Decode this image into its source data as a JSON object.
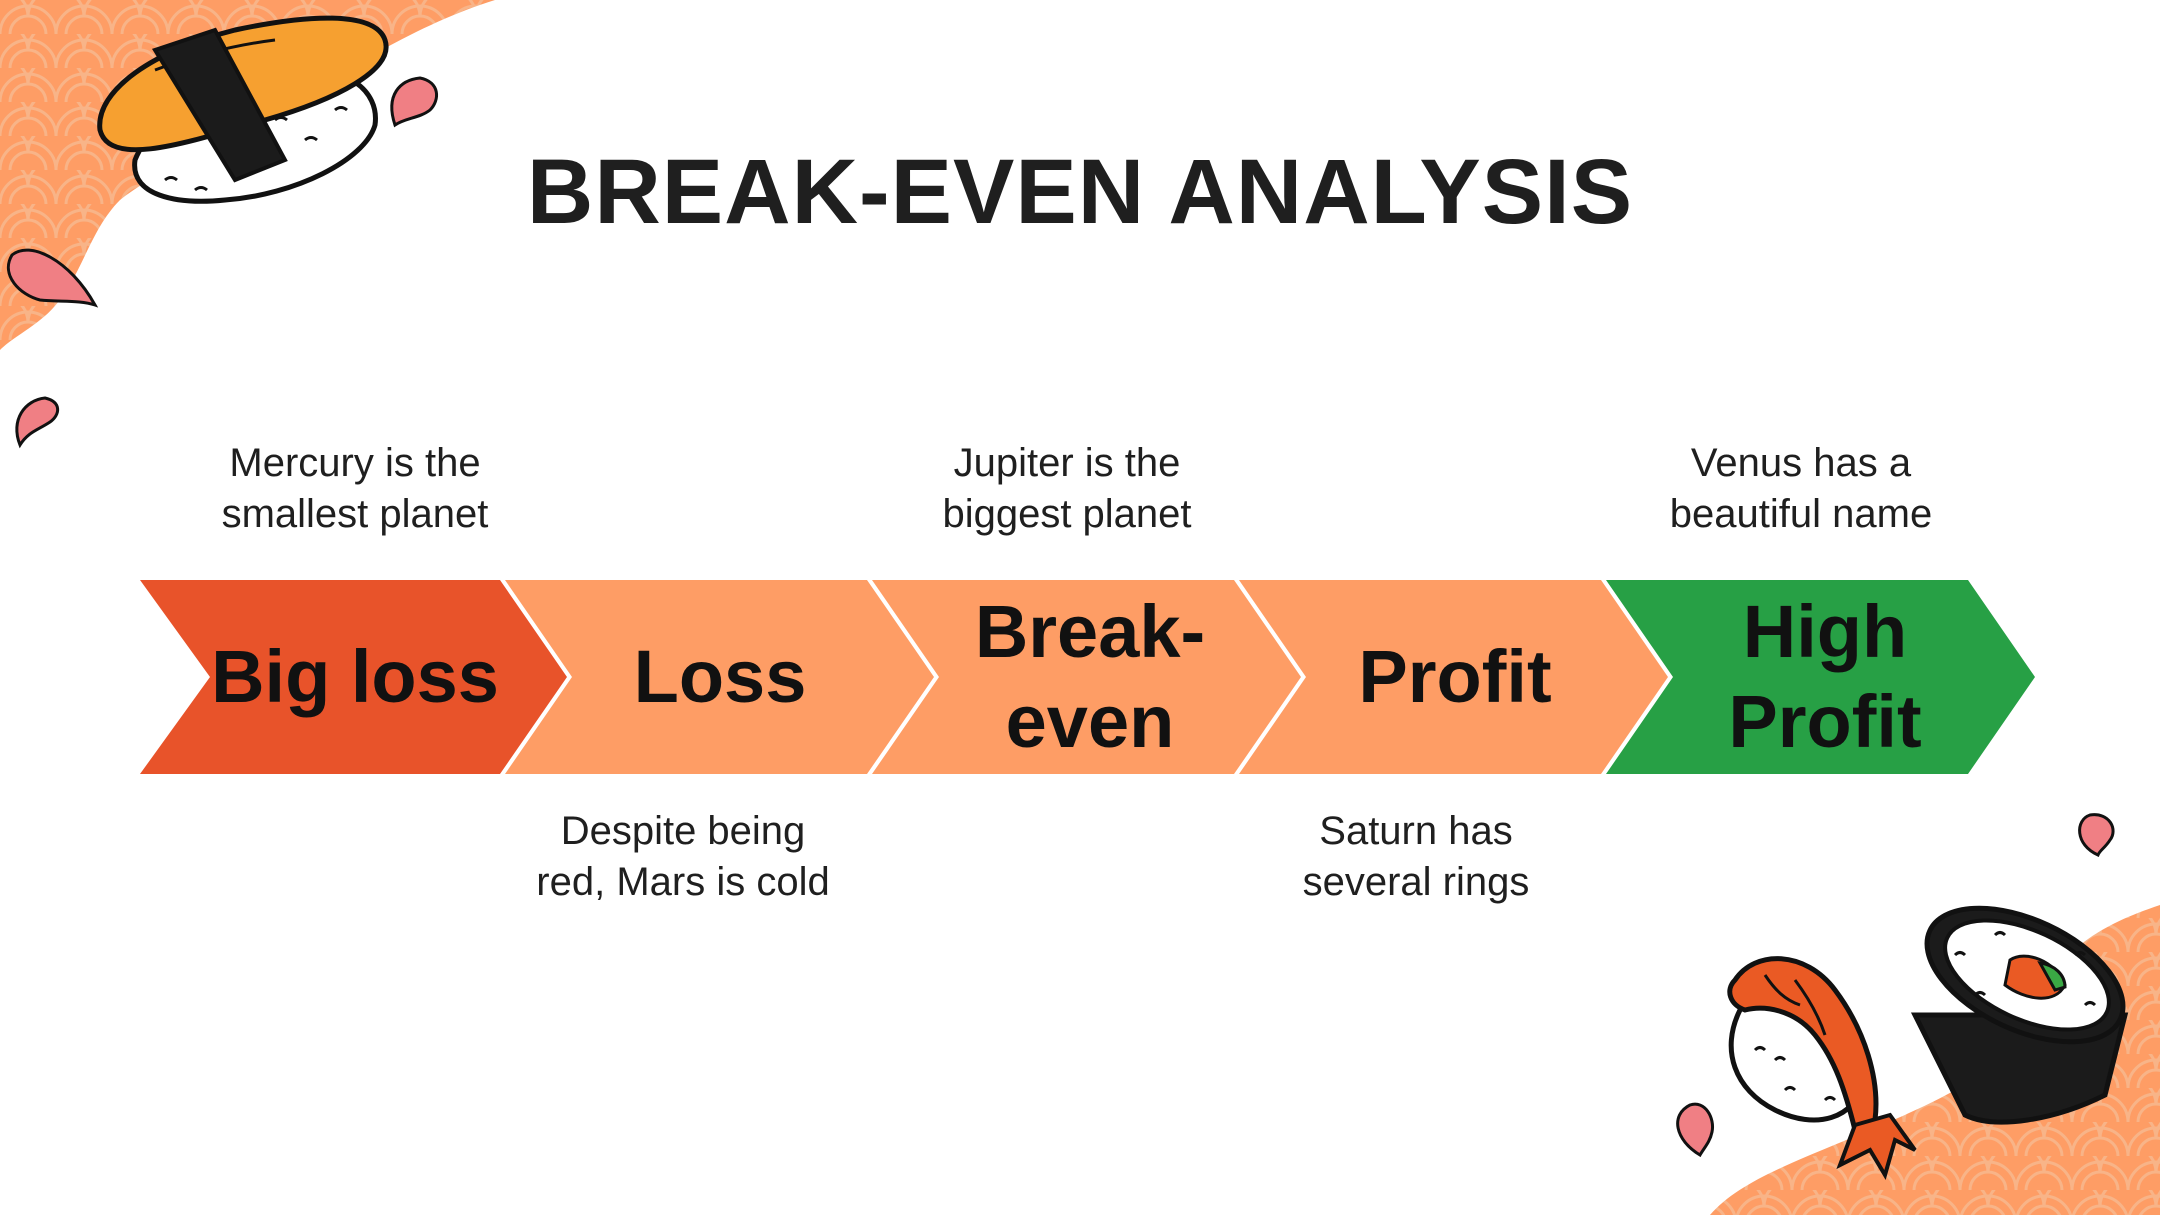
{
  "title": "BREAK-EVEN ANALYSIS",
  "colors": {
    "big_loss": "#e8532a",
    "stage": "#fe9d65",
    "high_profit": "#27a045",
    "background_wave": "#fe9d65",
    "petal": "#f07f84",
    "text": "#1f1f1f"
  },
  "stages": [
    {
      "label": "Big loss",
      "caption": [
        "Mercury is the",
        "smallest planet"
      ],
      "caption_position": "top",
      "color": "#e8532a"
    },
    {
      "label": "Loss",
      "caption": [
        "Despite being",
        "red, Mars is cold"
      ],
      "caption_position": "bottom",
      "color": "#fe9d65"
    },
    {
      "label": "Break-\neven",
      "caption": [
        "Jupiter is the",
        "biggest planet"
      ],
      "caption_position": "top",
      "color": "#fe9d65"
    },
    {
      "label": "Profit",
      "caption": [
        "Saturn has",
        "several rings"
      ],
      "caption_position": "bottom",
      "color": "#fe9d65"
    },
    {
      "label": "High\nProfit",
      "caption": [
        "Venus has a",
        "beautiful name"
      ],
      "caption_position": "top",
      "color": "#27a045"
    }
  ],
  "decorations": [
    "sushi-nigiri-icon",
    "shrimp-nigiri-icon",
    "maki-roll-icon",
    "petal-icon"
  ]
}
